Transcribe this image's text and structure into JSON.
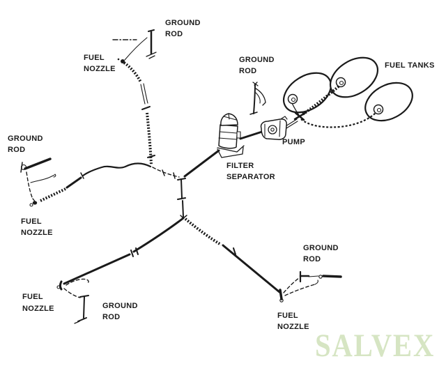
{
  "colors": {
    "ink": "#1a1a1a",
    "background": "#ffffff",
    "watermark_green": "#d6e5c3"
  },
  "watermark": {
    "text": "SALVEX"
  },
  "labels": {
    "ground_rod_top": {
      "line1": "GROUND",
      "line2": "ROD"
    },
    "fuel_nozzle_top": {
      "line1": "FUEL",
      "line2": "NOZZLE"
    },
    "ground_rod_left": {
      "line1": "GROUND",
      "line2": "ROD"
    },
    "fuel_nozzle_left": {
      "line1": "FUEL",
      "line2": "NOZZLE"
    },
    "ground_rod_center": {
      "line1": "GROUND",
      "line2": "ROD"
    },
    "fuel_tanks": {
      "line1": "FUEL TANKS"
    },
    "pump": {
      "line1": "PUMP"
    },
    "filter_separator": {
      "line1": "FILTER",
      "line2": "SEPARATOR"
    },
    "fuel_nozzle_bottom_left": {
      "line1": "FUEL",
      "line2": "NOZZLE"
    },
    "ground_rod_bottom_left": {
      "line1": "GROUND",
      "line2": "ROD"
    },
    "ground_rod_bottom_right": {
      "line1": "GROUND",
      "line2": "ROD"
    },
    "fuel_nozzle_bottom_right": {
      "line1": "FUEL",
      "line2": "NOZZLE"
    }
  }
}
